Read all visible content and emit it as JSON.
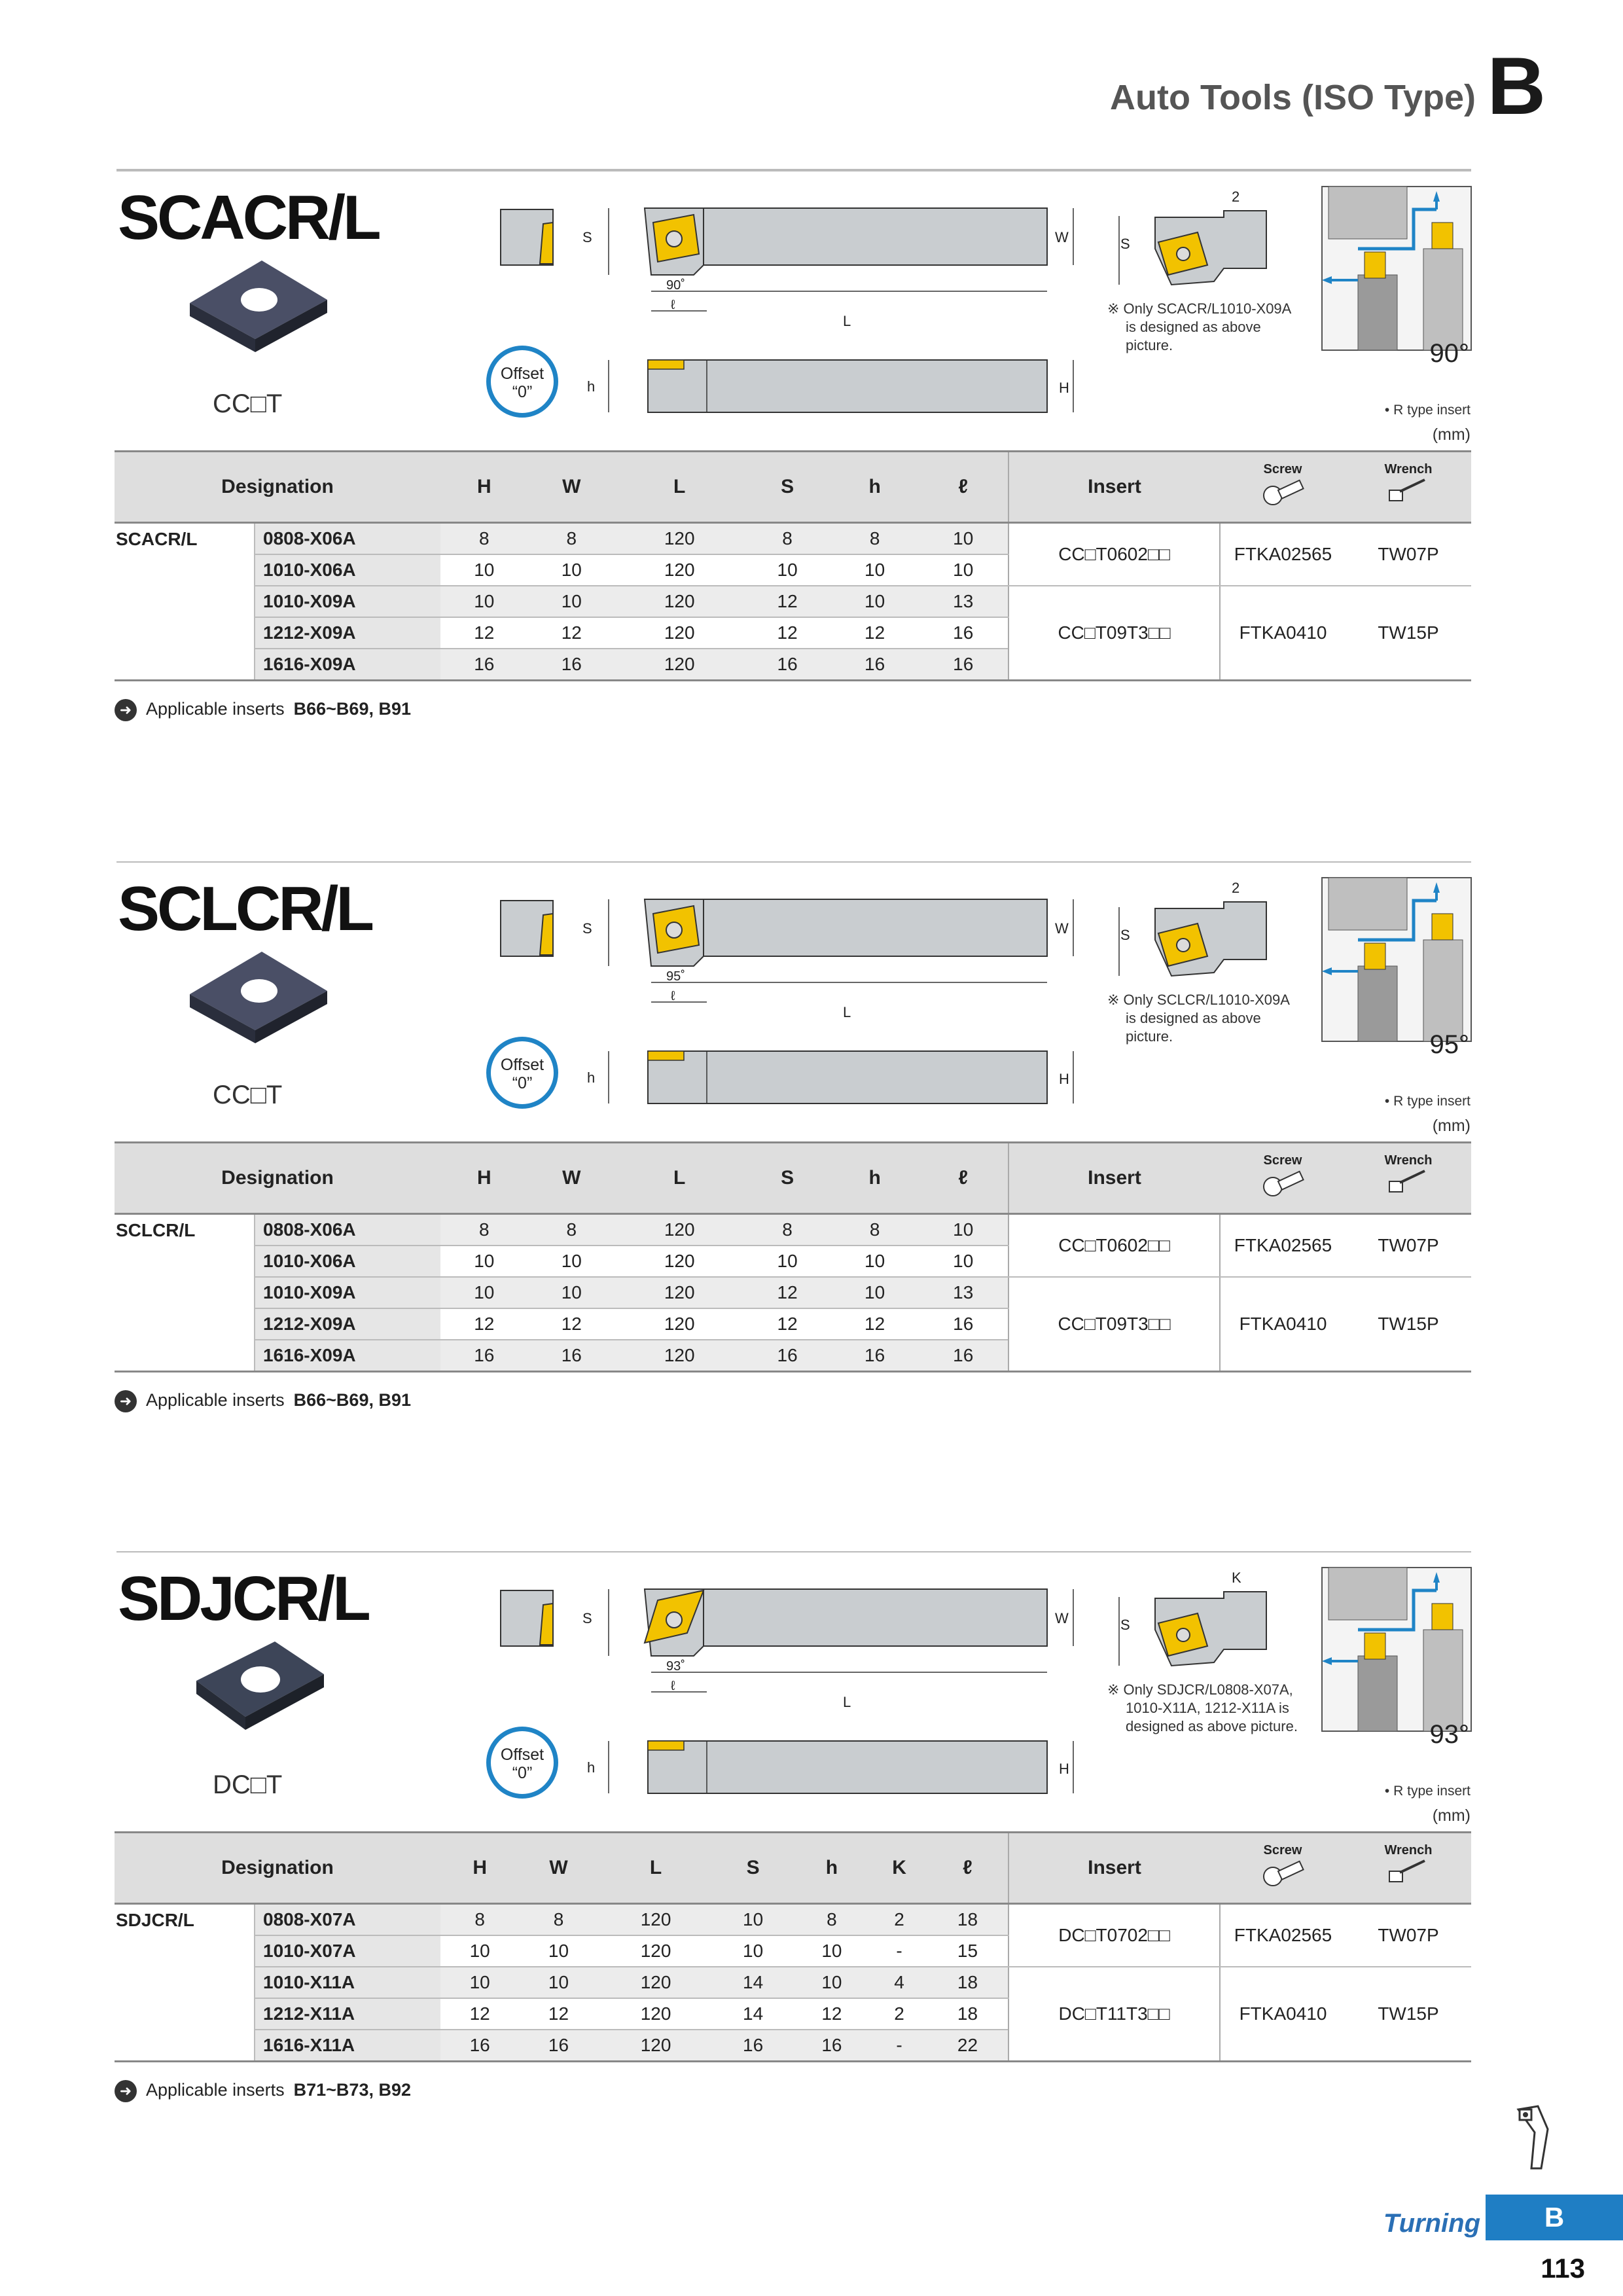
{
  "header": {
    "title": "Auto Tools (ISO Type)",
    "letter": "B"
  },
  "sections": [
    {
      "title": "SCACR/L",
      "insert_label": "CC□T",
      "offset": [
        "Offset",
        "“0”"
      ],
      "angle": "90°",
      "note": [
        "※ Only SCACR/L1010-X09A",
        "is designed as above",
        "picture."
      ],
      "drawing_labels": {
        "s": "S",
        "w": "W",
        "l_small": "ℓ",
        "l": "L",
        "h_small": "h",
        "h": "H",
        "angle_small": "90˚",
        "dim2": "2"
      },
      "rtype": "• R type insert",
      "unit": "(mm)",
      "columns": [
        "Designation",
        "H",
        "W",
        "L",
        "S",
        "h",
        "ℓ",
        "Insert",
        "Screw",
        "Wrench"
      ],
      "model": "SCACR/L",
      "rows": [
        {
          "d": "0808-X06A",
          "v": [
            "8",
            "8",
            "120",
            "8",
            "8",
            "10"
          ]
        },
        {
          "d": "1010-X06A",
          "v": [
            "10",
            "10",
            "120",
            "10",
            "10",
            "10"
          ]
        },
        {
          "d": "1010-X09A",
          "v": [
            "10",
            "10",
            "120",
            "12",
            "10",
            "13"
          ]
        },
        {
          "d": "1212-X09A",
          "v": [
            "12",
            "12",
            "120",
            "12",
            "12",
            "16"
          ]
        },
        {
          "d": "1616-X09A",
          "v": [
            "16",
            "16",
            "120",
            "16",
            "16",
            "16"
          ]
        }
      ],
      "groups": [
        {
          "insert": "CC□T0602□□",
          "screw": "FTKA02565",
          "wrench": "TW07P"
        },
        {
          "insert": "CC□T09T3□□",
          "screw": "FTKA0410",
          "wrench": "TW15P"
        }
      ],
      "applicable_label": "Applicable inserts",
      "applicable_pages": "B66~B69, B91"
    },
    {
      "title": "SCLCR/L",
      "insert_label": "CC□T",
      "offset": [
        "Offset",
        "“0”"
      ],
      "angle": "95°",
      "note": [
        "※ Only SCLCR/L1010-X09A",
        "is designed as above",
        "picture."
      ],
      "drawing_labels": {
        "s": "S",
        "w": "W",
        "l_small": "ℓ",
        "l": "L",
        "h_small": "h",
        "h": "H",
        "angle_small": "95˚",
        "dim2": "2"
      },
      "rtype": "• R type insert",
      "unit": "(mm)",
      "columns": [
        "Designation",
        "H",
        "W",
        "L",
        "S",
        "h",
        "ℓ",
        "Insert",
        "Screw",
        "Wrench"
      ],
      "model": "SCLCR/L",
      "rows": [
        {
          "d": "0808-X06A",
          "v": [
            "8",
            "8",
            "120",
            "8",
            "8",
            "10"
          ]
        },
        {
          "d": "1010-X06A",
          "v": [
            "10",
            "10",
            "120",
            "10",
            "10",
            "10"
          ]
        },
        {
          "d": "1010-X09A",
          "v": [
            "10",
            "10",
            "120",
            "12",
            "10",
            "13"
          ]
        },
        {
          "d": "1212-X09A",
          "v": [
            "12",
            "12",
            "120",
            "12",
            "12",
            "16"
          ]
        },
        {
          "d": "1616-X09A",
          "v": [
            "16",
            "16",
            "120",
            "16",
            "16",
            "16"
          ]
        }
      ],
      "groups": [
        {
          "insert": "CC□T0602□□",
          "screw": "FTKA02565",
          "wrench": "TW07P"
        },
        {
          "insert": "CC□T09T3□□",
          "screw": "FTKA0410",
          "wrench": "TW15P"
        }
      ],
      "applicable_label": "Applicable inserts",
      "applicable_pages": "B66~B69, B91"
    },
    {
      "title": "SDJCR/L",
      "insert_label": "DC□T",
      "offset": [
        "Offset",
        "“0”"
      ],
      "angle": "93°",
      "note": [
        "※ Only SDJCR/L0808-X07A,",
        "1010-X11A, 1212-X11A is",
        "designed as above picture."
      ],
      "drawing_labels": {
        "s": "S",
        "w": "W",
        "l_small": "ℓ",
        "l": "L",
        "h_small": "h",
        "h": "H",
        "angle_small": "93˚",
        "dim2": "K"
      },
      "rtype": "• R type insert",
      "unit": "(mm)",
      "columns": [
        "Designation",
        "H",
        "W",
        "L",
        "S",
        "h",
        "K",
        "ℓ",
        "Insert",
        "Screw",
        "Wrench"
      ],
      "model": "SDJCR/L",
      "rows": [
        {
          "d": "0808-X07A",
          "v": [
            "8",
            "8",
            "120",
            "10",
            "8",
            "2",
            "18"
          ]
        },
        {
          "d": "1010-X07A",
          "v": [
            "10",
            "10",
            "120",
            "10",
            "10",
            "-",
            "15"
          ]
        },
        {
          "d": "1010-X11A",
          "v": [
            "10",
            "10",
            "120",
            "14",
            "10",
            "4",
            "18"
          ]
        },
        {
          "d": "1212-X11A",
          "v": [
            "12",
            "12",
            "120",
            "14",
            "12",
            "2",
            "18"
          ]
        },
        {
          "d": "1616-X11A",
          "v": [
            "16",
            "16",
            "120",
            "16",
            "16",
            "-",
            "22"
          ]
        }
      ],
      "groups": [
        {
          "insert": "DC□T0702□□",
          "screw": "FTKA02565",
          "wrench": "TW07P"
        },
        {
          "insert": "DC□T11T3□□",
          "screw": "FTKA0410",
          "wrench": "TW15P"
        }
      ],
      "applicable_label": "Applicable inserts",
      "applicable_pages": "B71~B73, B92"
    }
  ],
  "footer": {
    "category": "Turning",
    "letter": "B",
    "page": "113"
  },
  "colors": {
    "accent_blue": "#1f84c6",
    "insert_yellow": "#f2c200",
    "holder_gray": "#c9cdd0",
    "header_gray": "#dedede"
  }
}
